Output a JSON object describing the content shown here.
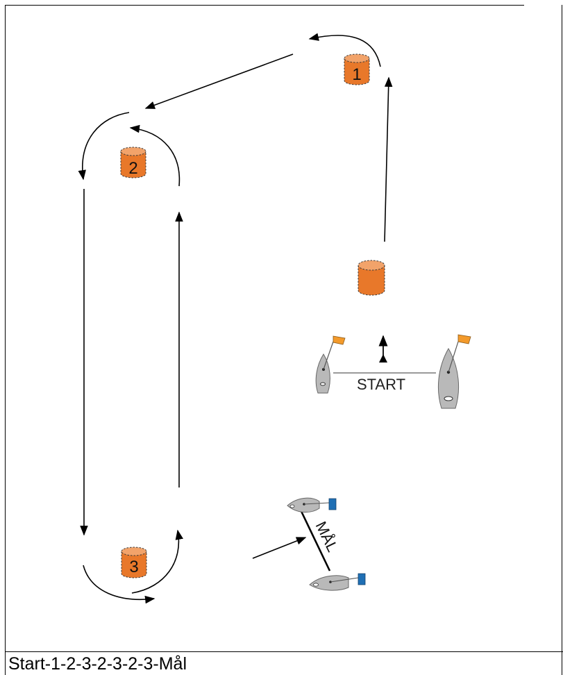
{
  "course": {
    "marks": [
      {
        "id": "mark-1",
        "label": "1"
      },
      {
        "id": "mark-2",
        "label": "2"
      },
      {
        "id": "mark-3",
        "label": "3"
      },
      {
        "id": "mark-offset",
        "label": ""
      }
    ],
    "start_label": "START",
    "finish_label": "MÅL",
    "colors": {
      "buoy": "#e8782a",
      "buoy_top": "#f2a36a",
      "boat": "#b9b9b9",
      "start_flag": "#f39a2b",
      "finish_flag": "#1f6fb4",
      "line": "#000000"
    }
  },
  "caption": "Start-1-2-3-2-3-2-3-Mål"
}
